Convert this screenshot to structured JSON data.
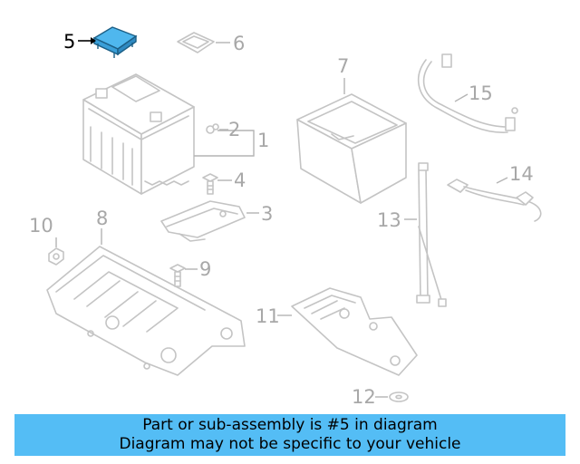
{
  "diagram": {
    "highlight_color": "#4fb7ee",
    "callouts": [
      {
        "id": "1",
        "label": "1"
      },
      {
        "id": "2",
        "label": "2"
      },
      {
        "id": "3",
        "label": "3"
      },
      {
        "id": "4",
        "label": "4"
      },
      {
        "id": "5",
        "label": "5",
        "highlighted": true
      },
      {
        "id": "6",
        "label": "6"
      },
      {
        "id": "7",
        "label": "7"
      },
      {
        "id": "8",
        "label": "8"
      },
      {
        "id": "9",
        "label": "9"
      },
      {
        "id": "10",
        "label": "10"
      },
      {
        "id": "11",
        "label": "11"
      },
      {
        "id": "12",
        "label": "12"
      },
      {
        "id": "13",
        "label": "13"
      },
      {
        "id": "14",
        "label": "14"
      },
      {
        "id": "15",
        "label": "15"
      }
    ]
  },
  "banner": {
    "line1": "Part or sub-assembly is #5 in diagram",
    "line2": "Diagram may not be specific to your vehicle",
    "background": "#54bdf5"
  }
}
